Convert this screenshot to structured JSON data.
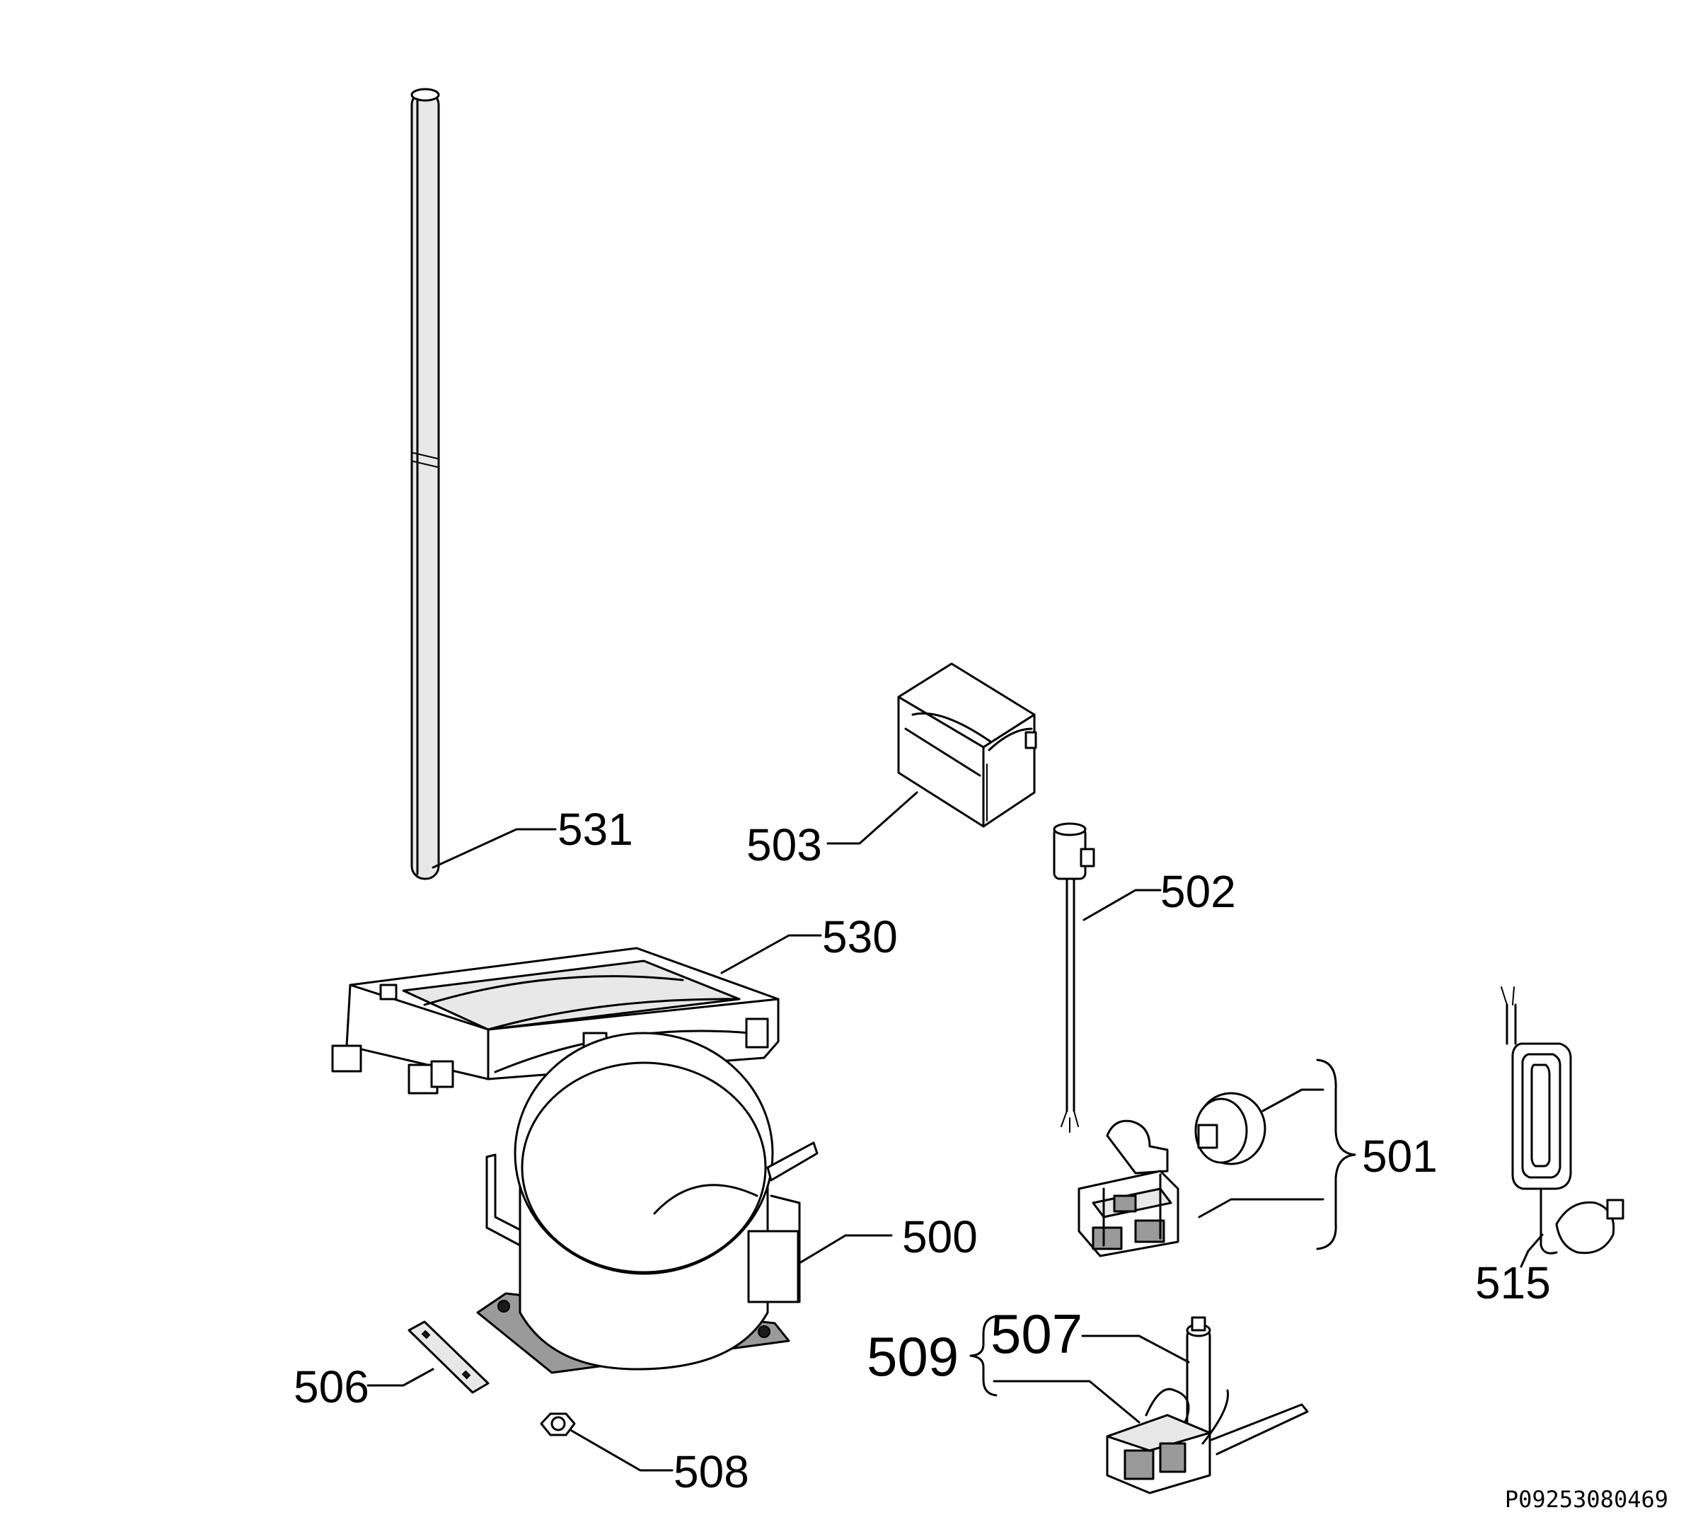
{
  "diagram": {
    "document_code": "P09253080469",
    "parts": {
      "rod": "531",
      "box": "503",
      "capacitor": "502",
      "frame": "530",
      "relay_group": "501",
      "compressor": "500",
      "heater": "515",
      "valve_group": "509",
      "valve": "507",
      "plate": "506",
      "nut": "508"
    }
  }
}
